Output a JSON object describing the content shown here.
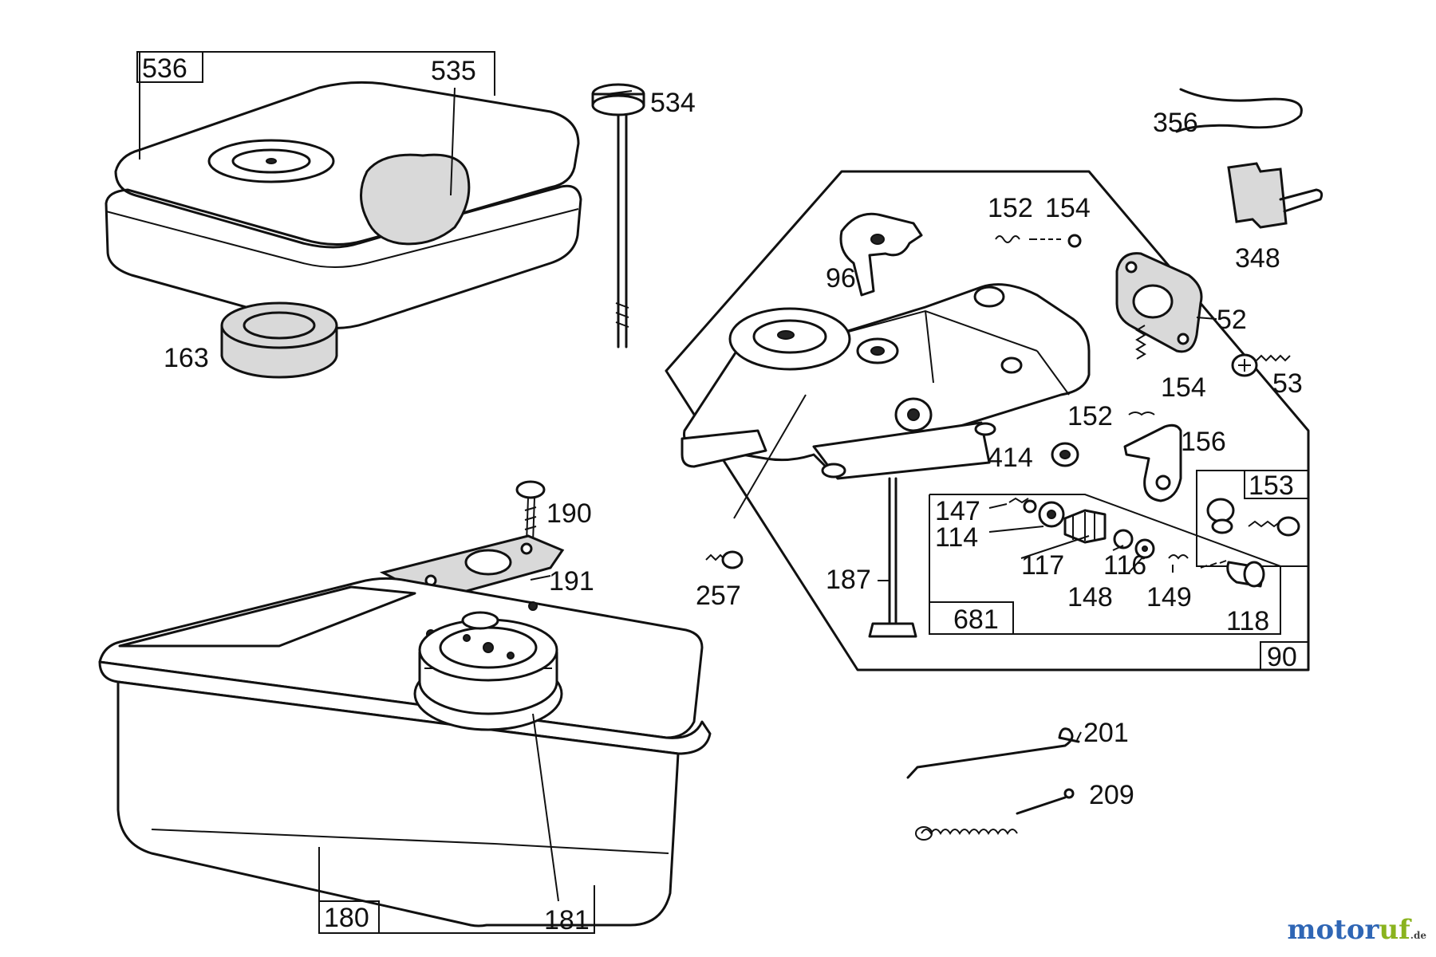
{
  "labels": {
    "p536": "536",
    "p535": "535",
    "p534": "534",
    "p163": "163",
    "p356": "356",
    "p348": "348",
    "p152a": "152",
    "p154a": "154",
    "p96": "96",
    "p52": "52",
    "p53": "53",
    "p154b": "154",
    "p152b": "152",
    "p156": "156",
    "p414": "414",
    "p153": "153",
    "p147": "147",
    "p114": "114",
    "p117": "117",
    "p116": "116",
    "p148": "148",
    "p149": "149",
    "p118": "118",
    "p681": "681",
    "p90": "90",
    "p187": "187",
    "p257": "257",
    "p190": "190",
    "p191": "191",
    "p180": "180",
    "p181": "181",
    "p201": "201",
    "p209": "209"
  },
  "watermark": {
    "part1": "motor",
    "part2": "uf",
    "suffix": ".de"
  },
  "colors": {
    "line": "#111111",
    "foam": "#d9d9d9",
    "brand_blue": "#2f66b5",
    "brand_green": "#8ab31e"
  }
}
